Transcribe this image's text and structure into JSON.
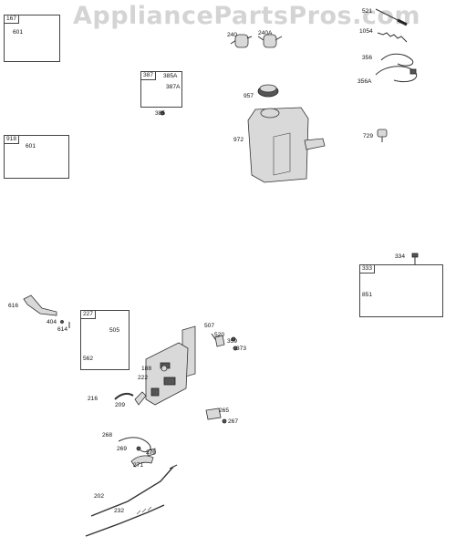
{
  "watermark": "AppliancePartsPros.com",
  "boxes": {
    "b167": "167",
    "b387": "387",
    "b918": "918",
    "b333": "333",
    "b227": "227"
  },
  "labels": {
    "l601a": "601",
    "l601b": "601",
    "l385A": "385A",
    "l387A": "387A",
    "l385": "385",
    "l240": "240",
    "l240A": "240A",
    "l957": "957",
    "l972": "972",
    "l521": "521",
    "l1054": "1054",
    "l356": "356",
    "l356A": "356A",
    "l729": "729",
    "l334": "334",
    "l851": "851",
    "l616": "616",
    "l404": "404",
    "l614": "614",
    "l505": "505",
    "l562": "562",
    "l507": "507",
    "l520": "520",
    "l359": "359",
    "l373": "373",
    "l188": "188",
    "l222": "222",
    "l216": "216",
    "l209": "209",
    "l265": "265",
    "l267": "267",
    "l268": "268",
    "l269": "269",
    "l270": "270",
    "l271": "271",
    "l202": "202",
    "l232": "232"
  }
}
